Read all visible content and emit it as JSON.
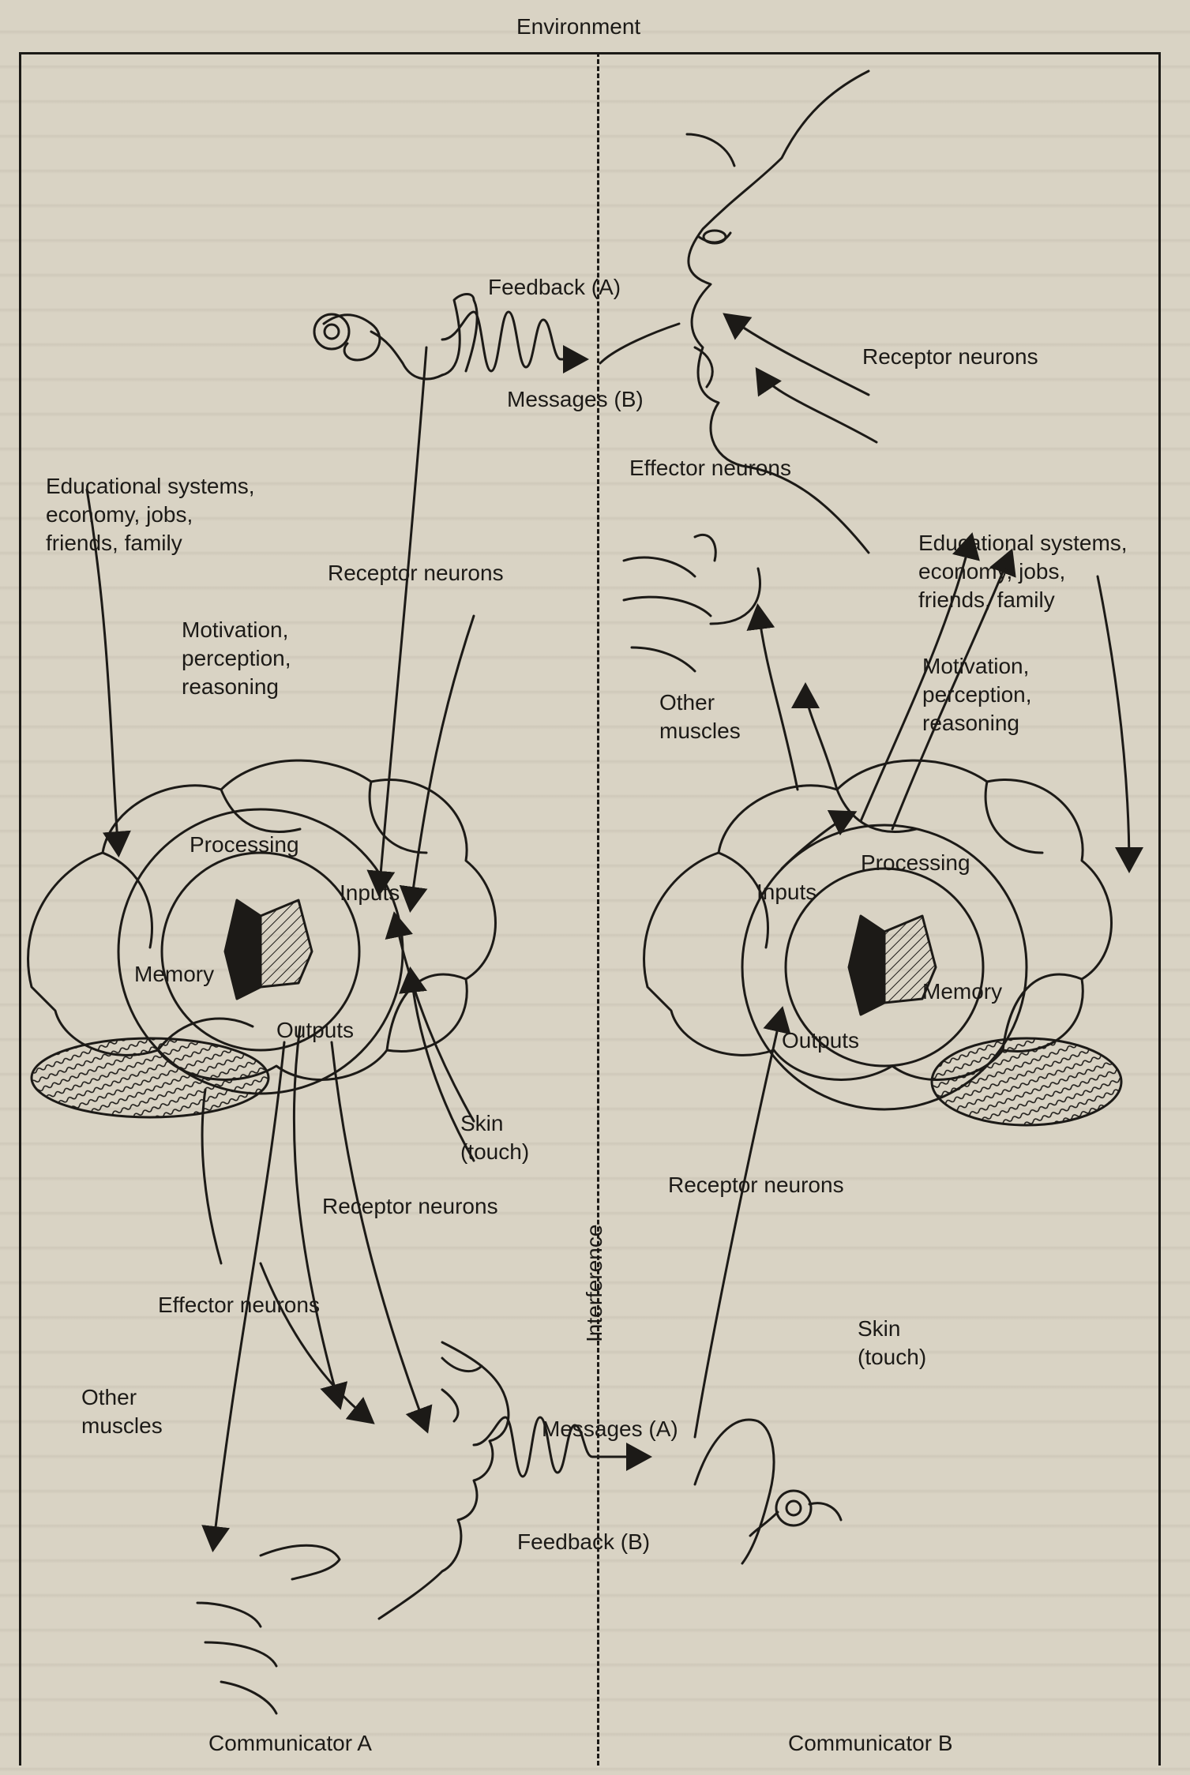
{
  "diagram": {
    "environment_label": "Environment",
    "interference_label": "Interference",
    "left": {
      "context": "Educational systems,\neconomy, jobs,\nfriends, family",
      "motivation": "Motivation,\nperception,\nreasoning",
      "processing": "Processing",
      "inputs": "Inputs",
      "memory": "Memory",
      "outputs": "Outputs",
      "receptor_neurons_top": "Receptor neurons",
      "skin": "Skin\n(touch)",
      "receptor_neurons_bottom": "Receptor neurons",
      "effector_neurons": "Effector neurons",
      "other_muscles": "Other\nmuscles",
      "communicator": "Communicator A"
    },
    "right": {
      "context": "Educational systems,\neconomy, jobs,\nfriends, family",
      "motivation": "Motivation,\nperception,\nreasoning",
      "processing": "Processing",
      "inputs": "Inputs",
      "memory": "Memory",
      "outputs": "Outputs",
      "receptor_neurons_top": "Receptor neurons",
      "effector_neurons": "Effector neurons",
      "other_muscles": "Other\nmuscles",
      "receptor_neurons_bottom": "Receptor neurons",
      "skin": "Skin\n(touch)",
      "communicator": "Communicator B"
    },
    "center": {
      "feedback_a": "Feedback (A)",
      "messages_b": "Messages (B)",
      "messages_a": "Messages (A)",
      "feedback_b": "Feedback (B)"
    }
  }
}
